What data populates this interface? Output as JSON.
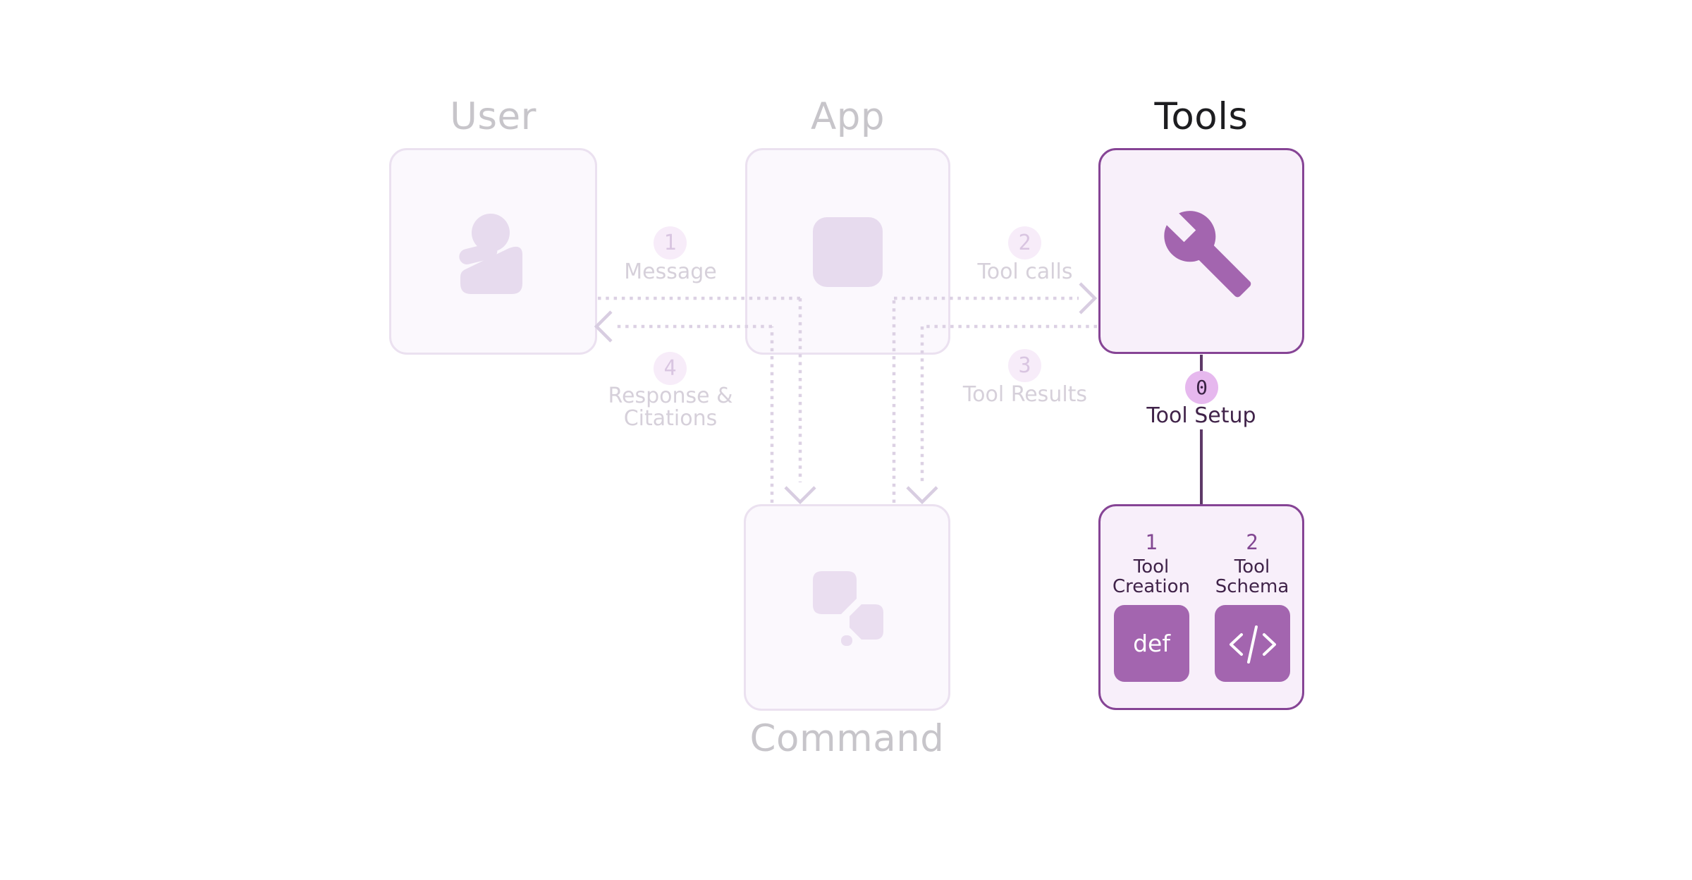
{
  "colors": {
    "bg": "#ffffff",
    "heading": "#1d1d20",
    "accent": "#a365af",
    "accent-border": "#864495",
    "accent-dark": "#5e3a68",
    "accent-deep": "#402349",
    "accent-mid": "#824792",
    "badge": "#e6b8ee",
    "badge-digit": "#3a2244",
    "active-fill": "#f8f0fa",
    "setup-fill": "#f8effa",
    "faded-border": "#ebe1f0",
    "faded-fill": "#fbf8fd",
    "faded-icon": "#e7dbee",
    "faded-icon-2": "#eadef0",
    "faded-heading": "#c7c5ca",
    "faded-text": "#d6d0da",
    "faded-badge-fill": "#f7ecf9",
    "faded-badge-digit": "#d9c5e1",
    "dots": "#dcd1e4",
    "arrow": "#d8cde1",
    "tile-text": "#ffffff"
  },
  "nodes": {
    "user": {
      "title": "User"
    },
    "app": {
      "title": "App"
    },
    "tools": {
      "title": "Tools"
    },
    "command": {
      "title": "Command"
    }
  },
  "flows": [
    {
      "step": "1",
      "lines": [
        "Message"
      ]
    },
    {
      "step": "2",
      "lines": [
        "Tool calls"
      ]
    },
    {
      "step": "3",
      "lines": [
        "Tool Results"
      ]
    },
    {
      "step": "4",
      "lines": [
        "Response &",
        "Citations"
      ]
    }
  ],
  "setup": {
    "step": "0",
    "label": "Tool Setup",
    "items": [
      {
        "step": "1",
        "name_lines": [
          "Tool",
          "Creation"
        ],
        "tile_text": "def",
        "tile_icon": null
      },
      {
        "step": "2",
        "name_lines": [
          "Tool",
          "Schema"
        ],
        "tile_text": "</>",
        "tile_icon": "code-icon"
      }
    ]
  },
  "icons": {
    "user_box": "person-icon",
    "app_box": "app-square-icon",
    "tools_box": "wrench-icon",
    "command_box": "command-squares-icon",
    "schema_tile": "code-icon"
  }
}
